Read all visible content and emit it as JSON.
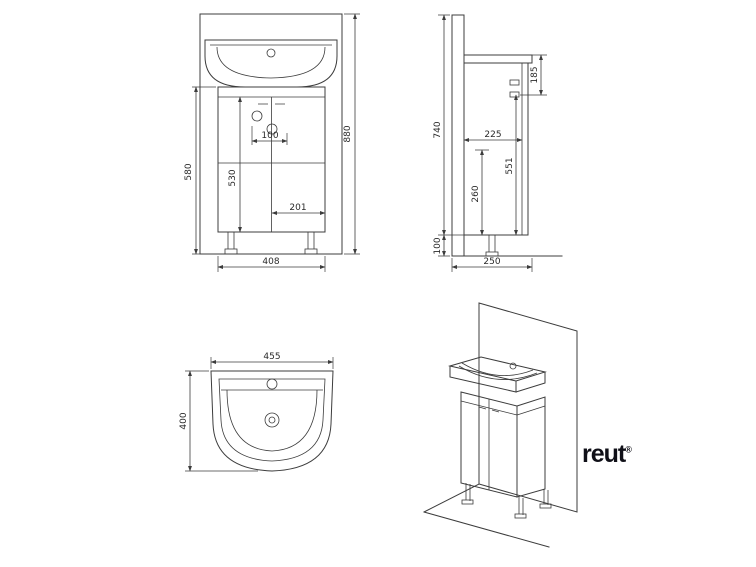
{
  "colors": {
    "line": "#3c3c3c",
    "logo": "#101018"
  },
  "logo": {
    "text": "reut",
    "mark": "®"
  },
  "drawing": {
    "front": {
      "total_height": "880",
      "cabinet_height": "580",
      "inner_height": "530",
      "hole_spacing": "100",
      "door_width": "201",
      "width": "408"
    },
    "side": {
      "panel_height": "740",
      "top_section": "185",
      "inner_depth": "225",
      "front_height": "551",
      "lower_section": "260",
      "leg_height": "100",
      "depth": "250"
    },
    "top": {
      "width": "455",
      "depth": "400"
    }
  }
}
